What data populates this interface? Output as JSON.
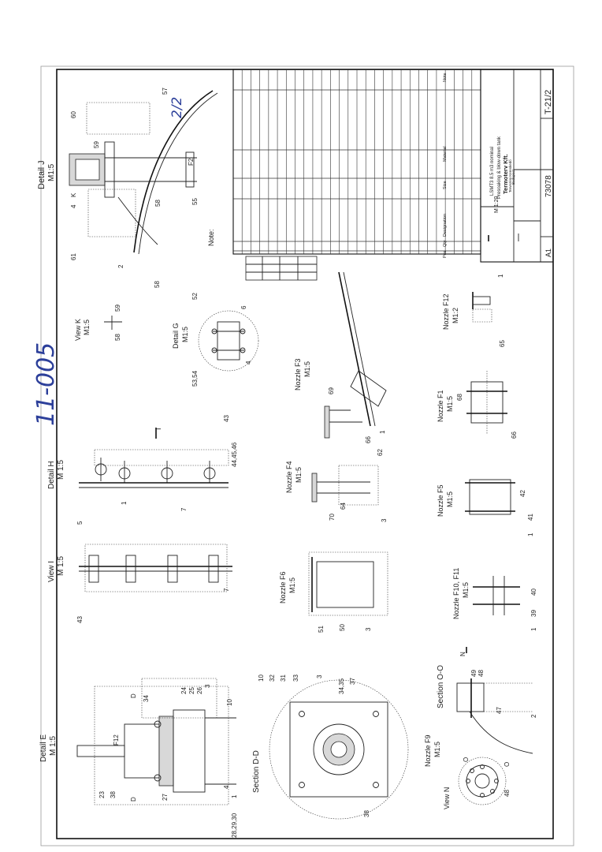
{
  "handwritten": {
    "page_fraction": "2/2",
    "doc_code": "11-005"
  },
  "title_block": {
    "columns": [
      "Pos",
      "Qty",
      "Designation",
      "Size",
      "Material",
      "Note"
    ],
    "description_lines": [
      "LSMT3 8.5 m3 nominal",
      "Presoaking & blow-down tank"
    ],
    "company_lines": [
      "Termoterv Kft.",
      "Tervezési Kereskedő",
      "Budapest"
    ],
    "scale": "M 1:20",
    "drawing_number": "73078",
    "sheet_number": "T-21/2",
    "paper_size": "A1"
  },
  "note_label": "Note:",
  "views": {
    "detail_j": {
      "title": "Detail J",
      "scale": "M1:5"
    },
    "view_k": {
      "title": "View K",
      "scale": "M1:5"
    },
    "detail_g": {
      "title": "Detail G",
      "scale": "M1:5"
    },
    "detail_h": {
      "title": "Detail H",
      "scale": "M 1:5"
    },
    "view_i": {
      "title": "View I",
      "scale": "M 1:5"
    },
    "detail_e": {
      "title": "Detail E",
      "scale": "M 1:5"
    },
    "section_dd": {
      "title": "Section D-D"
    },
    "section_oo": {
      "title": "Section O-O"
    },
    "view_n": {
      "title": "View N"
    },
    "nozzle_f3": {
      "title": "Nozzle F3",
      "scale": "M1:5"
    },
    "nozzle_f4": {
      "title": "Nozzle F4",
      "scale": "M1:5"
    },
    "nozzle_f6": {
      "title": "Nozzle F6",
      "scale": "M1:5"
    },
    "nozzle_f12": {
      "title": "Nozzle F12",
      "scale": "M1:2"
    },
    "nozzle_f1": {
      "title": "Nozzle F1",
      "scale": "M1:5"
    },
    "nozzle_f5": {
      "title": "Nozzle F5",
      "scale": "M1:5"
    },
    "nozzle_f10_f11": {
      "title": "Nozzle F10, F11",
      "scale": "M1:5"
    },
    "nozzle_f9": {
      "title": "Nozzle F9",
      "scale": "M1:5"
    }
  },
  "callouts": {
    "dj": [
      "60",
      "59",
      "57",
      "4",
      "K",
      "61",
      "2",
      "58",
      "58",
      "55",
      "F2"
    ],
    "vk": [
      "58",
      "59"
    ],
    "dg": [
      "52",
      "6",
      "53,54",
      "4"
    ],
    "dh": [
      "I",
      "1",
      "7",
      "43",
      "44,45,46"
    ],
    "vi": [
      "5",
      "43",
      "7"
    ],
    "f3": [
      "69",
      "66",
      "62",
      "1"
    ],
    "f4": [
      "70",
      "64",
      "3"
    ],
    "f6": [
      "51",
      "50",
      "3"
    ],
    "f12": [
      "1",
      "65"
    ],
    "f1": [
      "68",
      "66"
    ],
    "f5": [
      "1",
      "41",
      "42"
    ],
    "f10": [
      "1",
      "39",
      "40"
    ],
    "de": [
      "D",
      "34",
      "24",
      "25",
      "26",
      "3",
      "10",
      "F12",
      "23",
      "38",
      "D",
      "27",
      "28,29,30",
      "1",
      "4"
    ],
    "sdd": [
      "10",
      "32",
      "31",
      "33",
      "3",
      "34,35",
      "37",
      "38"
    ],
    "soo": [
      "N",
      "49",
      "48",
      "47",
      "2"
    ],
    "vn": [
      "O",
      "O",
      "48"
    ]
  }
}
